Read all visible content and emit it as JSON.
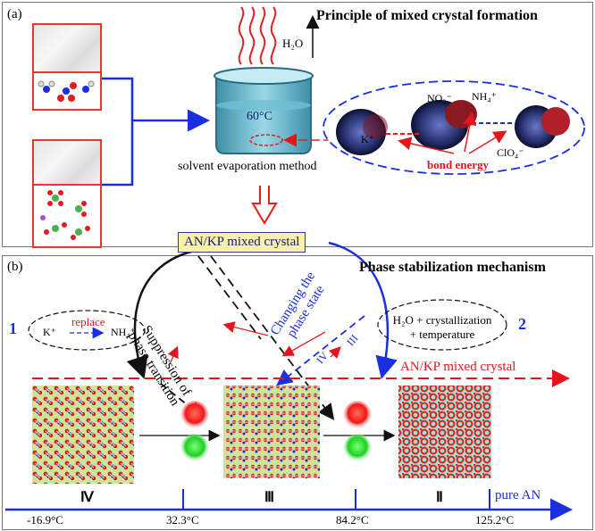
{
  "panel_a": {
    "label": "(a)",
    "title": "Principle of mixed crystal formation",
    "h2o": "H₂O",
    "temp": "60°C",
    "method": "solvent evaporation method",
    "ions": {
      "no3": "NO₃⁻",
      "nh4": "NH₄⁺",
      "k": "K⁺",
      "clo4": "ClO₄⁻"
    },
    "bond_energy": "bond energy",
    "product": "AN/KP mixed crystal"
  },
  "panel_b": {
    "label": "(b)",
    "title": "Phase stabilization mechanism",
    "path1_number": "1",
    "path2_number": "2",
    "replace_label": "replace",
    "replace_from": "K⁺",
    "replace_to": "NH₄⁺",
    "suppression_line1": "Suppression of",
    "suppression_line2": "phase transition",
    "changing_line1": "Changing the",
    "changing_line2": "phase state",
    "transition_from": "IV",
    "transition_to": "III",
    "conditions_line1": "H₂O + crystallization",
    "conditions_line2": "+ temperature",
    "mixed_crystal_label": "AN/KP mixed crystal",
    "phases": [
      "Ⅳ",
      "Ⅲ",
      "Ⅱ"
    ],
    "pure_an": "pure AN",
    "temperatures": [
      "-16.9°C",
      "32.3°C",
      "84.2°C",
      "125.2°C"
    ]
  },
  "colors": {
    "blue": "#1a2fe0",
    "red": "#e8141c",
    "green": "#2bdc2b",
    "panel_bg": "#cfe39a",
    "panel_teal": "#9fe3d7"
  }
}
